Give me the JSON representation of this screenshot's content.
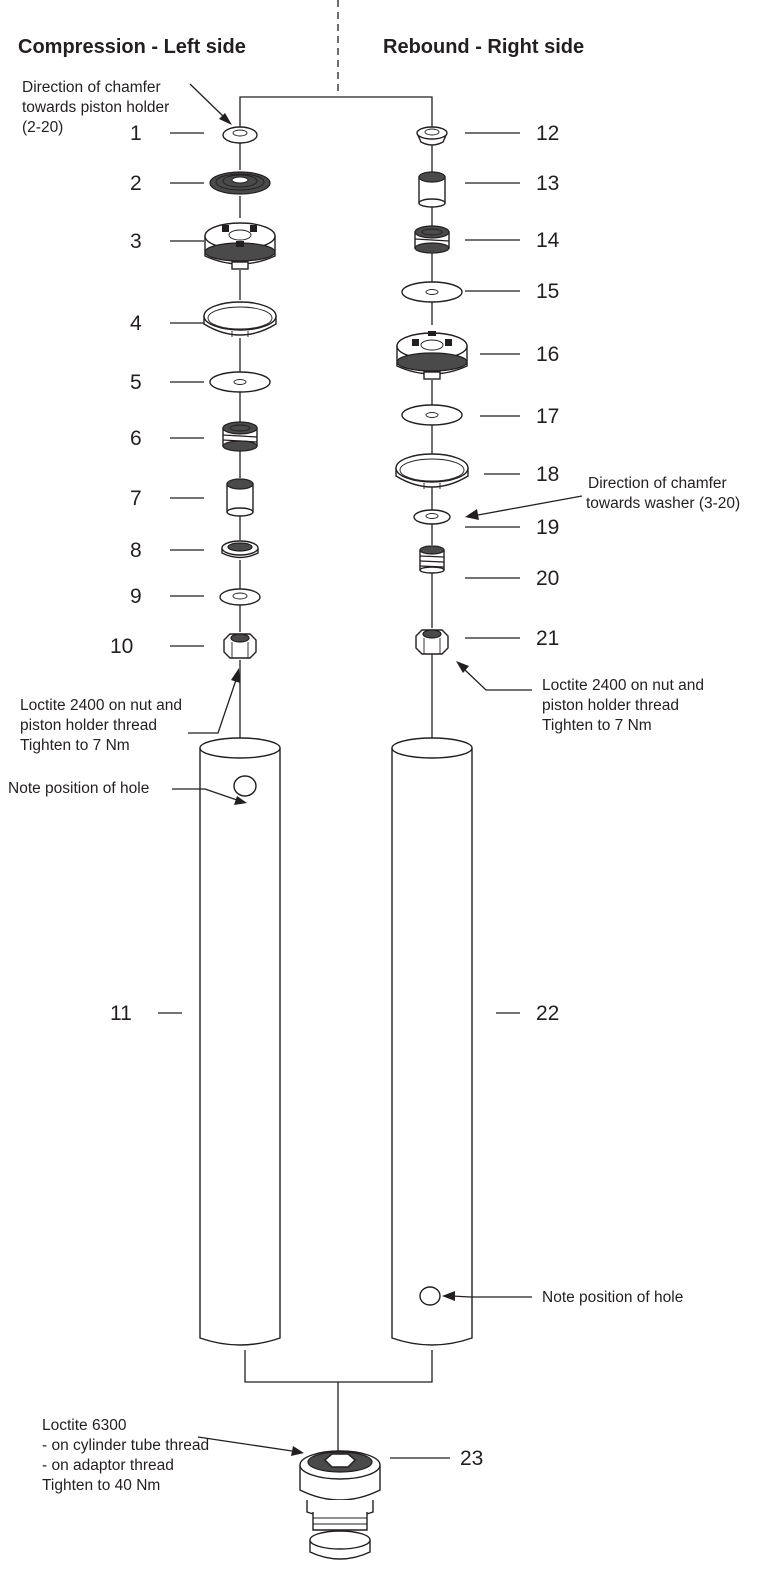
{
  "headings": {
    "left": "Compression - Left side",
    "right": "Rebound - Right side"
  },
  "part_numbers": [
    "1",
    "2",
    "3",
    "4",
    "5",
    "6",
    "7",
    "8",
    "9",
    "10",
    "11",
    "12",
    "13",
    "14",
    "15",
    "16",
    "17",
    "18",
    "19",
    "20",
    "21",
    "22",
    "23"
  ],
  "notes": {
    "chamfer_left": [
      "Direction of chamfer",
      "towards piston holder",
      "(2-20)"
    ],
    "chamfer_right": [
      "Direction of chamfer",
      "towards washer (3-20)"
    ],
    "loctite_left": [
      "Loctite 2400 on nut and",
      "piston holder thread",
      "Tighten to 7 Nm"
    ],
    "loctite_right": [
      "Loctite 2400 on nut and",
      "piston holder thread",
      "Tighten to 7 Nm"
    ],
    "hole_left": "Note position of hole",
    "hole_right": "Note position of hole",
    "loctite_adaptor": [
      "Loctite 6300",
      "- on cylinder tube thread",
      "- on adaptor thread",
      "Tighten to 40 Nm"
    ]
  }
}
